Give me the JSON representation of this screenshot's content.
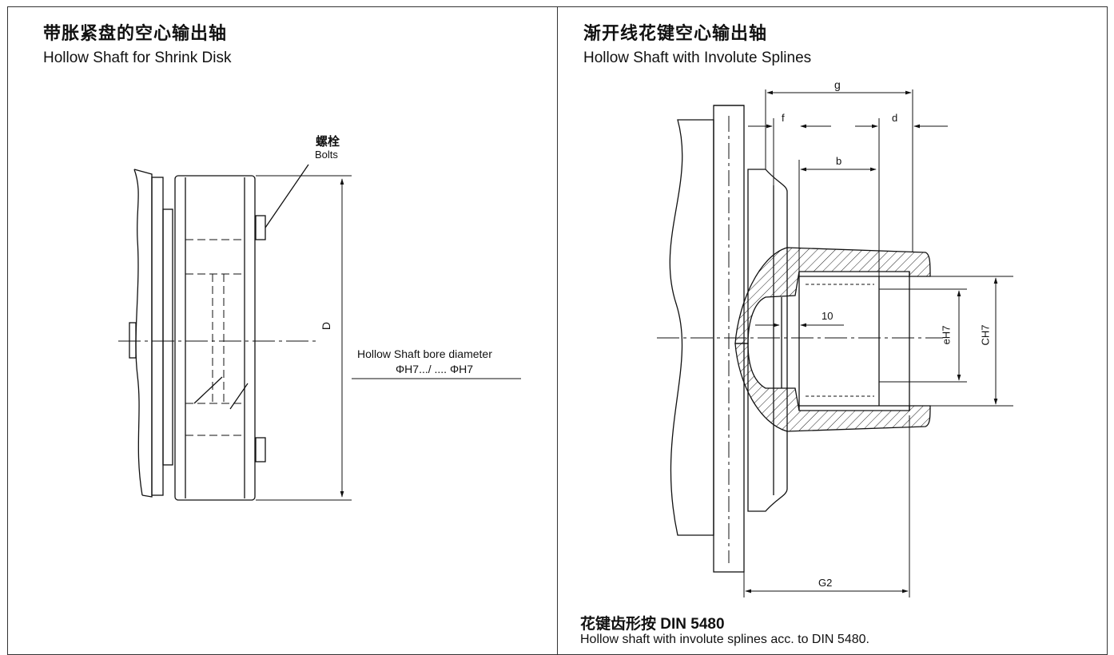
{
  "left": {
    "title_cn": "带胀紧盘的空心输出轴",
    "title_en": "Hollow Shaft for Shrink Disk",
    "bolts_cn": "螺栓",
    "bolts_en": "Bolts",
    "dim_D": "D",
    "bore_label_1": "Hollow Shaft bore diameter",
    "bore_label_2": "ΦH7.../ .... ΦH7"
  },
  "right": {
    "title_cn": "渐开线花键空心输出轴",
    "title_en": "Hollow Shaft with Involute Splines",
    "dim_g": "g",
    "dim_f": "f",
    "dim_d": "d",
    "dim_b": "b",
    "dim_10": "10",
    "dim_eH7": "eH7",
    "dim_CH7": "CH7",
    "dim_G2": "G2",
    "footer_cn": "花键齿形按 DIN 5480",
    "footer_en": "Hollow shaft with involute splines acc. to DIN 5480."
  }
}
